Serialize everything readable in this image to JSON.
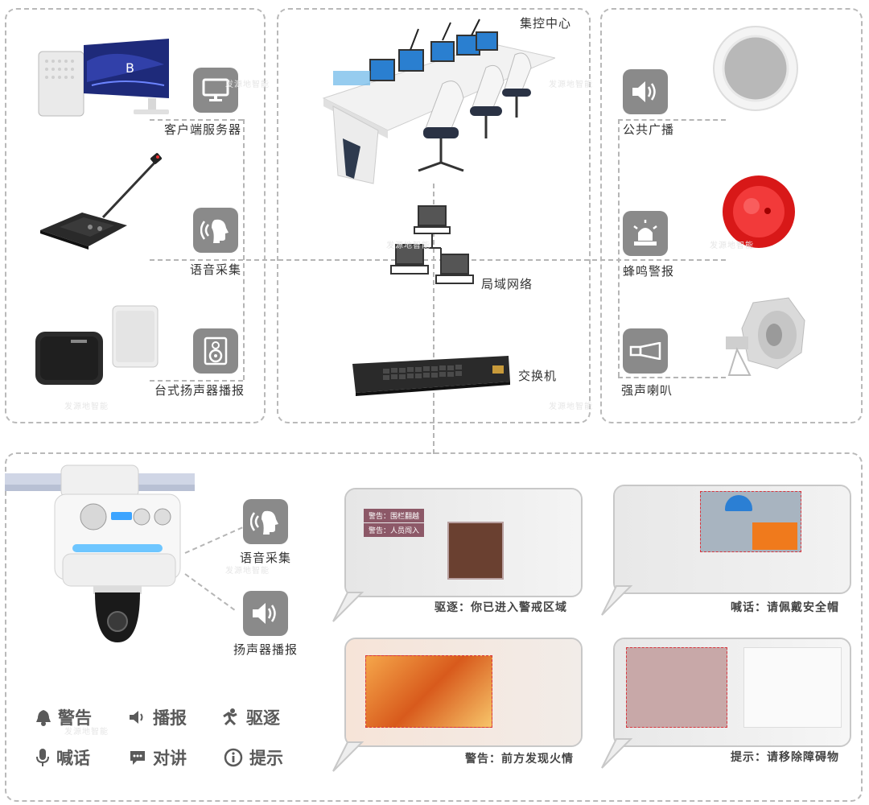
{
  "center": {
    "control_center_label": "集控中心",
    "lan_label": "局域网络",
    "switch_label": "交换机"
  },
  "left_panel": {
    "client_server_label": "客户端服务器",
    "voice_capture_label": "语音采集",
    "desktop_speaker_label": "台式扬声器播报"
  },
  "right_panel": {
    "public_broadcast_label": "公共广播",
    "buzzer_alarm_label": "蜂鸣警报",
    "horn_speaker_label": "强声喇叭"
  },
  "bottom": {
    "voice_capture_label": "语音采集",
    "speaker_broadcast_label": "扬声器播报",
    "scenes": [
      {
        "caption": "驱逐：你已进入警戒区域",
        "overlay_lines": [
          "警告：围栏翻越",
          "警告：人员闯入"
        ]
      },
      {
        "caption": "喊话：请佩戴安全帽"
      },
      {
        "caption": "警告：前方发现火情"
      },
      {
        "caption": "提示：请移除障碍物"
      }
    ],
    "legend": [
      {
        "icon": "bell-icon",
        "label": "警告"
      },
      {
        "icon": "speaker-icon",
        "label": "播报"
      },
      {
        "icon": "running-person-icon",
        "label": "驱逐"
      },
      {
        "icon": "microphone-icon",
        "label": "喊话"
      },
      {
        "icon": "chat-icon",
        "label": "对讲"
      },
      {
        "icon": "info-icon",
        "label": "提示"
      }
    ]
  },
  "watermark": "发源地智能",
  "colors": {
    "icon_tile": "#8a8a8a",
    "border": "#b9b9b9",
    "alarm_red": "#e02020",
    "highlight_red": "#d9363e"
  }
}
